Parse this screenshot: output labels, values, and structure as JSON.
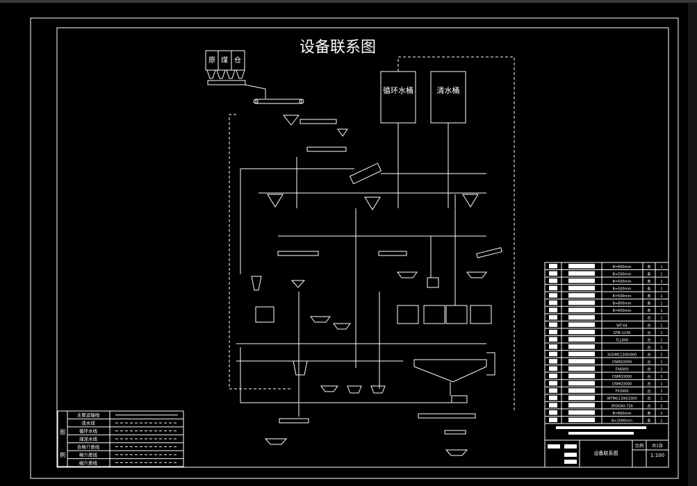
{
  "drawing": {
    "title": "设备联系图",
    "bin_chars": [
      "原",
      "煤",
      "仓"
    ],
    "tanks": [
      {
        "label": "循环水桶"
      },
      {
        "label": "清水桶"
      }
    ]
  },
  "legend": {
    "side_chars": [
      "图",
      "例"
    ],
    "rows": [
      {
        "name": "主要运输线"
      },
      {
        "name": "清水线"
      },
      {
        "name": "循环水线"
      },
      {
        "name": "煤泥水线"
      },
      {
        "name": "合格介质线"
      },
      {
        "name": "稀介质线"
      },
      {
        "name": "磁介质线"
      }
    ]
  },
  "equipment_table": {
    "rows": [
      {
        "model": "B=800mm",
        "unit": "条",
        "qty": "1"
      },
      {
        "model": "B=500mm",
        "unit": "条",
        "qty": "1"
      },
      {
        "model": "B=500mm",
        "unit": "条",
        "qty": "1"
      },
      {
        "model": "B=500mm",
        "unit": "条",
        "qty": "1"
      },
      {
        "model": "B=500mm",
        "unit": "条",
        "qty": "1"
      },
      {
        "model": "B=800mm",
        "unit": "条",
        "qty": "1"
      },
      {
        "model": "B=650mm",
        "unit": "条",
        "qty": "1"
      },
      {
        "model": "",
        "unit": "台",
        "qty": "1"
      },
      {
        "model": "WT-64",
        "unit": "台",
        "qty": "1"
      },
      {
        "model": "GTB-1230",
        "unit": "台",
        "qty": "1"
      },
      {
        "model": "TLL900",
        "unit": "台",
        "qty": "1"
      },
      {
        "model": "",
        "unit": "台",
        "qty": "1"
      },
      {
        "model": "3GDMC1300/900",
        "unit": "台",
        "qty": "1"
      },
      {
        "model": "DSMQ3000",
        "unit": "台",
        "qty": "1"
      },
      {
        "model": "FX6000",
        "unit": "台",
        "qty": "1"
      },
      {
        "model": "DSMQ3000",
        "unit": "台",
        "qty": "1"
      },
      {
        "model": "DSMQ3000",
        "unit": "台",
        "qty": "1"
      },
      {
        "model": "FX3000",
        "unit": "台",
        "qty": "1"
      },
      {
        "model": "WTMG1300/1000",
        "unit": "台",
        "qty": "1"
      },
      {
        "model": "3FDG60-730",
        "unit": "台",
        "qty": "1"
      },
      {
        "model": "B=800mm",
        "unit": "条",
        "qty": "1"
      },
      {
        "model": "B=1000mm",
        "unit": "条",
        "qty": "1"
      }
    ]
  },
  "title_block": {
    "drawing_name": "设备联系图",
    "scale_label": "比例",
    "scale_value": "1:100",
    "sheet_label": "共1张"
  }
}
